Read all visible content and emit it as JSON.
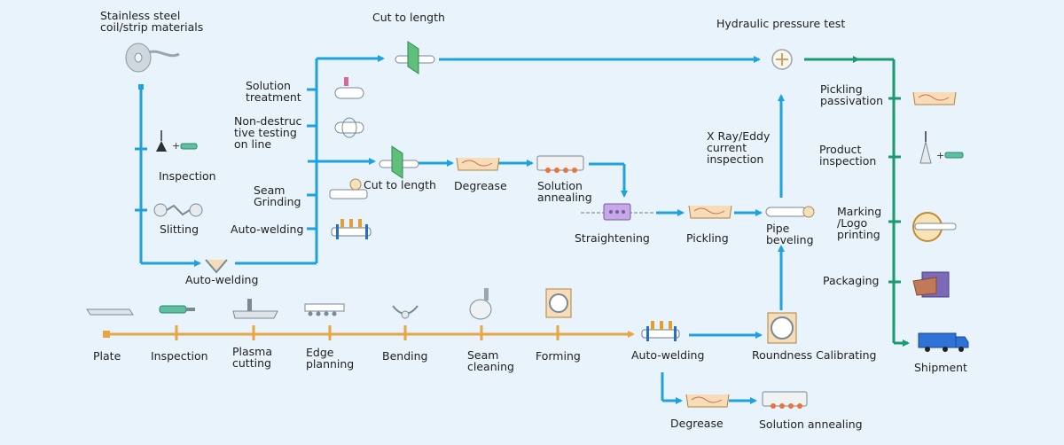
{
  "colors": {
    "background": "#e8f3fb",
    "blue_flow": "#1ea1dc",
    "orange_flow": "#e8a640",
    "green_flow": "#1a9a6e"
  },
  "labels": {
    "stainless": "Stainless steel\ncoil/strip materials",
    "cut_top": "Cut to length",
    "hydraulic": "Hydraulic pressure test",
    "solution_treatment": "Solution\ntreatment",
    "ndt": "Non-destruc\ntive testing\non line",
    "seam_grinding": "Seam\nGrinding",
    "auto_welding_left": "Auto-welding",
    "inspection_top": "Inspection",
    "slitting": "Slitting",
    "auto_welding_bottom_left": "Auto-welding",
    "cut_mid": "Cut to length",
    "degrease_mid": "Degrease",
    "solution_annealing_mid": "Solution\nannealing",
    "straightening": "Straightening",
    "pickling": "Pickling",
    "pipe_beveling": "Pipe\nbeveling",
    "xray": "X Ray/Eddy\ncurrent\ninspection",
    "pickling_passivation": "Pickling\npassivation",
    "product_inspection": "Product\ninspection",
    "marking": "Marking\n/Logo\nprinting",
    "packaging": "Packaging",
    "shipment": "Shipment",
    "plate": "Plate",
    "inspection_bottom": "Inspection",
    "plasma": "Plasma\ncutting",
    "edge": "Edge\nplanning",
    "bending": "Bending",
    "seam_cleaning": "Seam\ncleaning",
    "forming": "Forming",
    "auto_welding_right": "Auto-welding",
    "roundness": "Roundness Calibrating",
    "degrease_bottom": "Degrease",
    "solution_annealing_bottom": "Solution annealing"
  },
  "icons": {
    "coil": "steel-coil-icon",
    "cutter": "cutter-disc-icon",
    "pressure": "pressure-gauge-icon",
    "tube": "tube-icon",
    "grinder": "grinder-icon",
    "welder": "welder-icon",
    "bath": "tank-icon",
    "furnace": "furnace-icon",
    "rollers": "straightener-icon",
    "plate": "plate-icon",
    "truck": "truck-icon",
    "package": "package-icon",
    "stamp": "stamp-icon"
  }
}
